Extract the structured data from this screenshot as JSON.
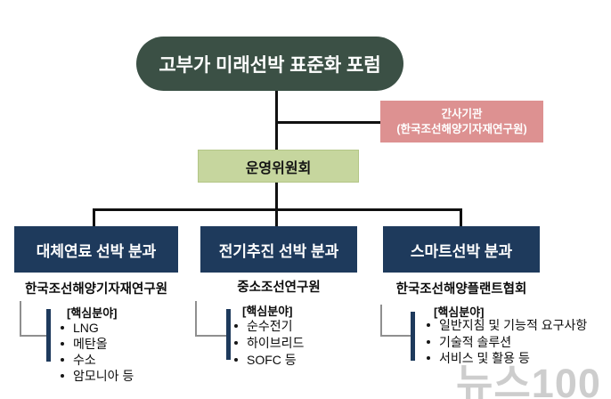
{
  "diagram": {
    "title": "고부가 미래선박 표준화 포럼",
    "secretariat": {
      "line1": "간사기관",
      "line2": "(한국조선해양기자재연구원)"
    },
    "committee": "운영위원회",
    "divisions": [
      {
        "name": "대체연료 선박 분과",
        "org": "한국조선해양기자재연구원",
        "core_label": "[핵심분야]",
        "items": [
          "LNG",
          "메탄올",
          "수소",
          "암모니아 등"
        ]
      },
      {
        "name": "전기추진 선박 분과",
        "org": "중소조선연구원",
        "core_label": "[핵심분야]",
        "items": [
          "순수전기",
          "하이브리드",
          "SOFC 등"
        ]
      },
      {
        "name": "스마트선박 분과",
        "org": "한국조선해양플랜트협회",
        "core_label": "[핵심분야]",
        "items": [
          "일반지침 및 기능적 요구사항",
          "기술적 솔루션",
          "서비스 및 활용 등"
        ]
      }
    ],
    "watermark": "뉴스100",
    "colors": {
      "dark_green": "#3b5045",
      "pink": "#dd9191",
      "light_green": "#c6d69e",
      "navy": "#1e3a5c",
      "line_black": "#101010",
      "line_gray": "#8f8f8f",
      "watermark_gray": "#c6c6c6"
    }
  }
}
